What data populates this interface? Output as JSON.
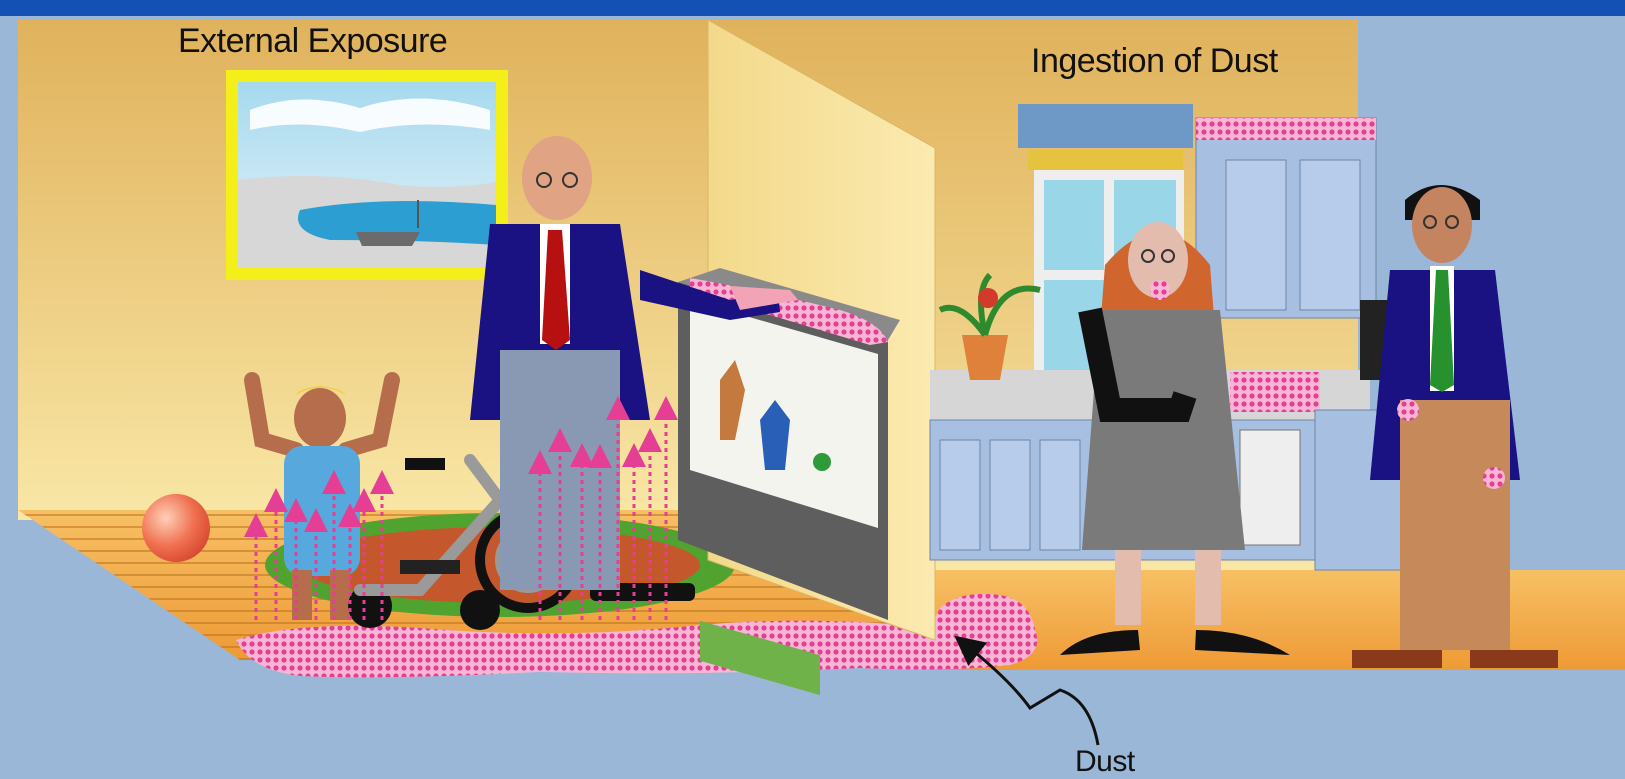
{
  "labels": {
    "external_exposure": "External Exposure",
    "ingestion_of_dust": "Ingestion of Dust",
    "dust": "Dust"
  },
  "colors": {
    "header_bar": "#1351b4",
    "background": "#9ab7d7",
    "wall": "#f0c878",
    "dust": "#e43f95"
  }
}
